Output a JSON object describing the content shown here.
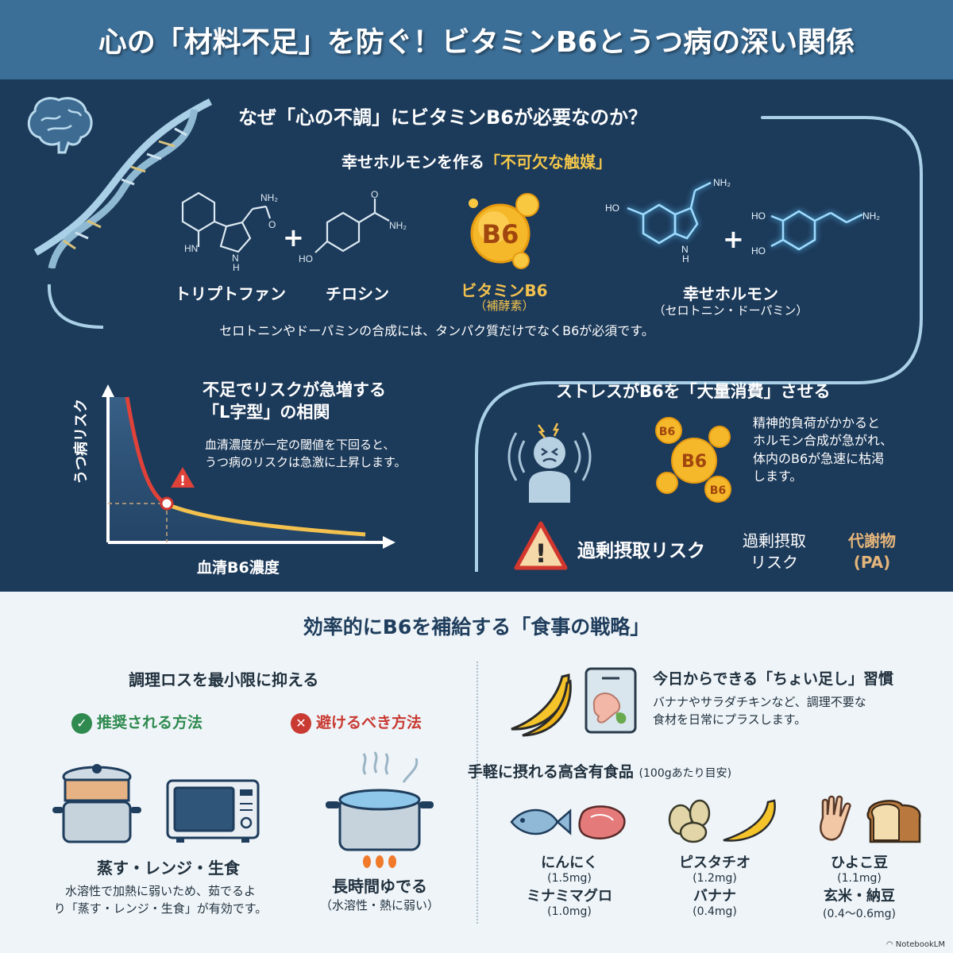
{
  "header": {
    "title": "心の「材料不足」を防ぐ！ビタミンB6とうつ病の深い関係"
  },
  "why_section": {
    "question": "なぜ「心の不調」にビタミンB6が必要なのか？",
    "subtitle_prefix": "幸せホルモンを作る",
    "subtitle_highlight": "「不可欠な触媒」",
    "molecules": [
      {
        "label": "トリプトファン",
        "sub": ""
      },
      {
        "label": "チロシン",
        "sub": ""
      },
      {
        "label": "ビタミンB6",
        "sub": "（補酵素）"
      },
      {
        "label": "幸せホルモン",
        "sub": "（セロトニン・ドーパミン）"
      }
    ],
    "plus_symbol": "+",
    "b6_badge": "B6",
    "note": "セロトニンやドーパミンの合成には、タンパク質だけでなくB6が必須です。",
    "chem_labels": {
      "nh2": "NH₂",
      "hn": "HN",
      "nh": "N",
      "h": "H",
      "ho": "HO",
      "o": "O"
    }
  },
  "risk_section": {
    "title_line1": "不足でリスクが急増する",
    "title_line2": "「L字型」の相関",
    "desc_line1": "血清濃度が一定の閾値を下回ると、",
    "desc_line2": "うつ病のリスクは急激に上昇します。",
    "y_axis_label": "うつ病リスク",
    "x_axis_label": "血清B6濃度",
    "warning_glyph": "!"
  },
  "stress_section": {
    "title": "ストレスがB6を「大量消費」させる",
    "desc_lines": [
      "精神的負荷がかかると",
      "ホルモン合成が急がれ、",
      "体内のB6が急速に枯渇",
      "します。"
    ],
    "b6_bubbles": [
      "B6",
      "B6",
      "B6"
    ],
    "overdose_big": "過剰摂取リスク",
    "overdose_small_line1": "過剰摂取",
    "overdose_small_line2": "リスク",
    "metabolite_line1": "代謝物",
    "metabolite_line2": "(PA)",
    "warning_glyph": "!"
  },
  "strategy": {
    "title": "効率的にB6を補給する「食事の戦略」",
    "cooking": {
      "heading": "調理ロスを最小限に抑える",
      "recommended_label": "推奨される方法",
      "avoid_label": "避けるべき方法",
      "check_glyph": "✓",
      "cross_glyph": "✕",
      "recommended_methods": "蒸す・レンジ・生食",
      "recommended_desc_line1": "水溶性で加熱に弱いため、茹でるよ",
      "recommended_desc_line2": "り「蒸す・レンジ・生食」が有効です。",
      "avoid_method": "長時間ゆでる",
      "avoid_desc": "（水溶性・熱に弱い）"
    },
    "habit": {
      "title": "今日からできる「ちょい足し」習慣",
      "desc_line1": "バナナやサラダチキンなど、調理不要な",
      "desc_line2": "食材を日常にプラスします。"
    },
    "foods": {
      "title": "手軽に摂れる高含有食品",
      "title_note": "(100gあたり目安)",
      "groups": [
        {
          "icons": [
            "fish-icon",
            "meat-icon"
          ],
          "items": [
            {
              "name": "にんにく",
              "value": "(1.5mg)"
            },
            {
              "name": "ミナミマグロ",
              "value": "(1.0mg)"
            }
          ]
        },
        {
          "icons": [
            "pistachio-icon",
            "banana-icon"
          ],
          "items": [
            {
              "name": "ピスタチオ",
              "value": "(1.2mg)"
            },
            {
              "name": "バナナ",
              "value": "(0.4mg)"
            }
          ]
        },
        {
          "icons": [
            "hand-icon",
            "bread-icon"
          ],
          "items": [
            {
              "name": "ひよこ豆",
              "value": "(1.1mg)"
            },
            {
              "name": "玄米・納豆",
              "value": "(0.4〜0.6mg)"
            }
          ]
        }
      ]
    }
  },
  "credit": "NotebookLM",
  "colors": {
    "header_bg": "#3c6f98",
    "dark_bg": "#1c3a5a",
    "light_bg": "#eef4f8",
    "accent_gold": "#f2c14e",
    "line_blue": "#a9d0e6",
    "good_green": "#2e8a4e",
    "bad_red": "#c93a32"
  }
}
